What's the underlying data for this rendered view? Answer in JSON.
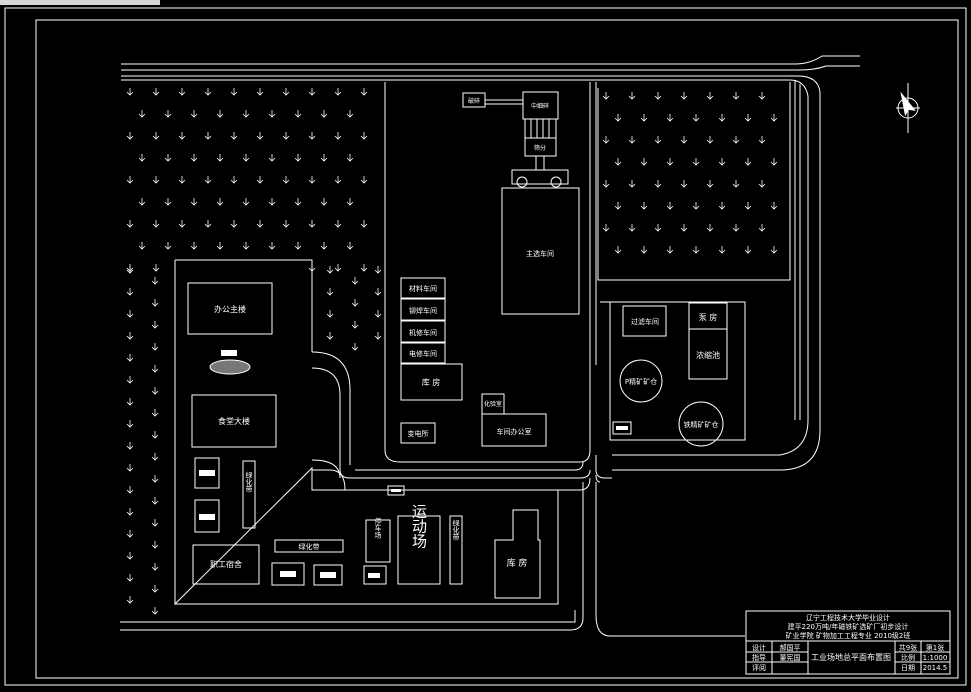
{
  "buildings": {
    "office": "办公主楼",
    "canteen": "食堂大楼",
    "dorm": "职工宿舍",
    "greenbelt_v1": "绿化带",
    "greenbelt_h": "绿化带",
    "parking": "停车场",
    "sports": "运动场",
    "greenbelt_v2": "绿化带",
    "warehouse_lower": "库 房",
    "materials": "材料车间",
    "rigging": "铆焊车间",
    "machine": "机修车间",
    "electric": "电修车间",
    "warehouse_mid": "库 房",
    "substation": "变电所",
    "lab": "化验室",
    "workshop_office": "车间办公室",
    "main_workshop": "主选车间",
    "crusher": "破碎",
    "mid_crusher": "中细碎",
    "screening": "筛分",
    "filter": "过滤车间",
    "pump": "泵 房",
    "thickener": "浓缩池",
    "p_silo": "P精矿矿仓",
    "fe_silo": "铁精矿矿仓"
  },
  "title_block": {
    "line1": "辽宁工程技术大学毕业设计",
    "line2": "建平220万吨/年磁铁矿选矿厂初步设计",
    "line3": "矿业学院 矿物加工工程专业 2010级2班",
    "design_label": "设计",
    "design_name": "郝国平",
    "review_label": "指导",
    "review_name": "董宪国",
    "audit_label": "评阅",
    "drawing_title": "工业场地总平面布置图",
    "sheets": "共9张",
    "sheet_no": "第1张",
    "scale_label": "比例",
    "scale_value": "1:1000",
    "date_label": "日期",
    "date_value": "2014.5"
  },
  "icons": {
    "north_arrow": "north-arrow-icon",
    "tree": "tree-symbol-icon"
  },
  "colors": {
    "background": "#000000",
    "line": "#ffffff"
  }
}
